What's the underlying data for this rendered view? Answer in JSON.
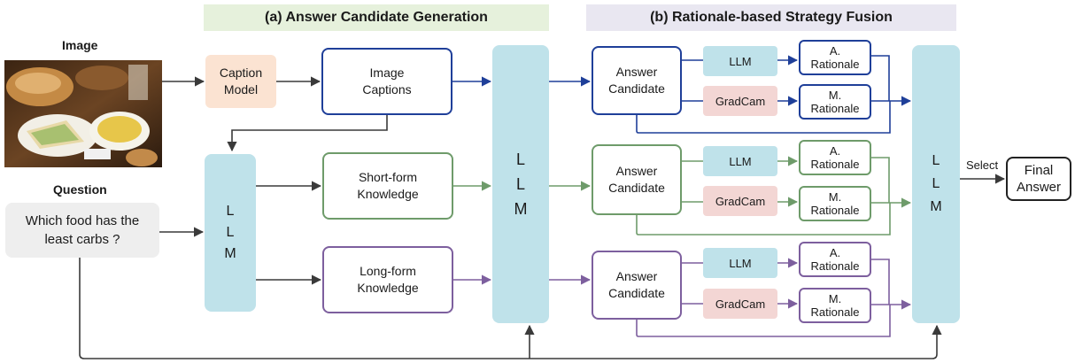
{
  "headers": {
    "generation": "(a) Answer Candidate Generation",
    "fusion": "(b) Rationale-based Strategy Fusion"
  },
  "image_label": "Image",
  "question_label": "Question",
  "question_text": "Which food has the least carbs ?",
  "caption_model": "Caption Model",
  "image_captions": "Image Captions",
  "short_form": "Short-form Knowledge",
  "long_form": "Long-form Knowledge",
  "llm_vertical": "L\nL\nM",
  "answer_candidate": "Answer Candidate",
  "llm": "LLM",
  "gradcam": "GradCam",
  "a_rationale": "A. Rationale",
  "m_rationale": "M. Rationale",
  "select": "Select",
  "final_answer": "Final Answer",
  "colors": {
    "blue": "#1f3f99",
    "green": "#6e9b6a",
    "purple": "#7d5f9e",
    "dark": "#3a3a3a",
    "llm_fill": "#bfe2ea",
    "gradcam_fill": "#f3d6d4",
    "caption_fill": "#fbe3d2",
    "header_a": "#e6f1dc",
    "header_b": "#e9e7f1",
    "question_fill": "#eeeeee"
  }
}
